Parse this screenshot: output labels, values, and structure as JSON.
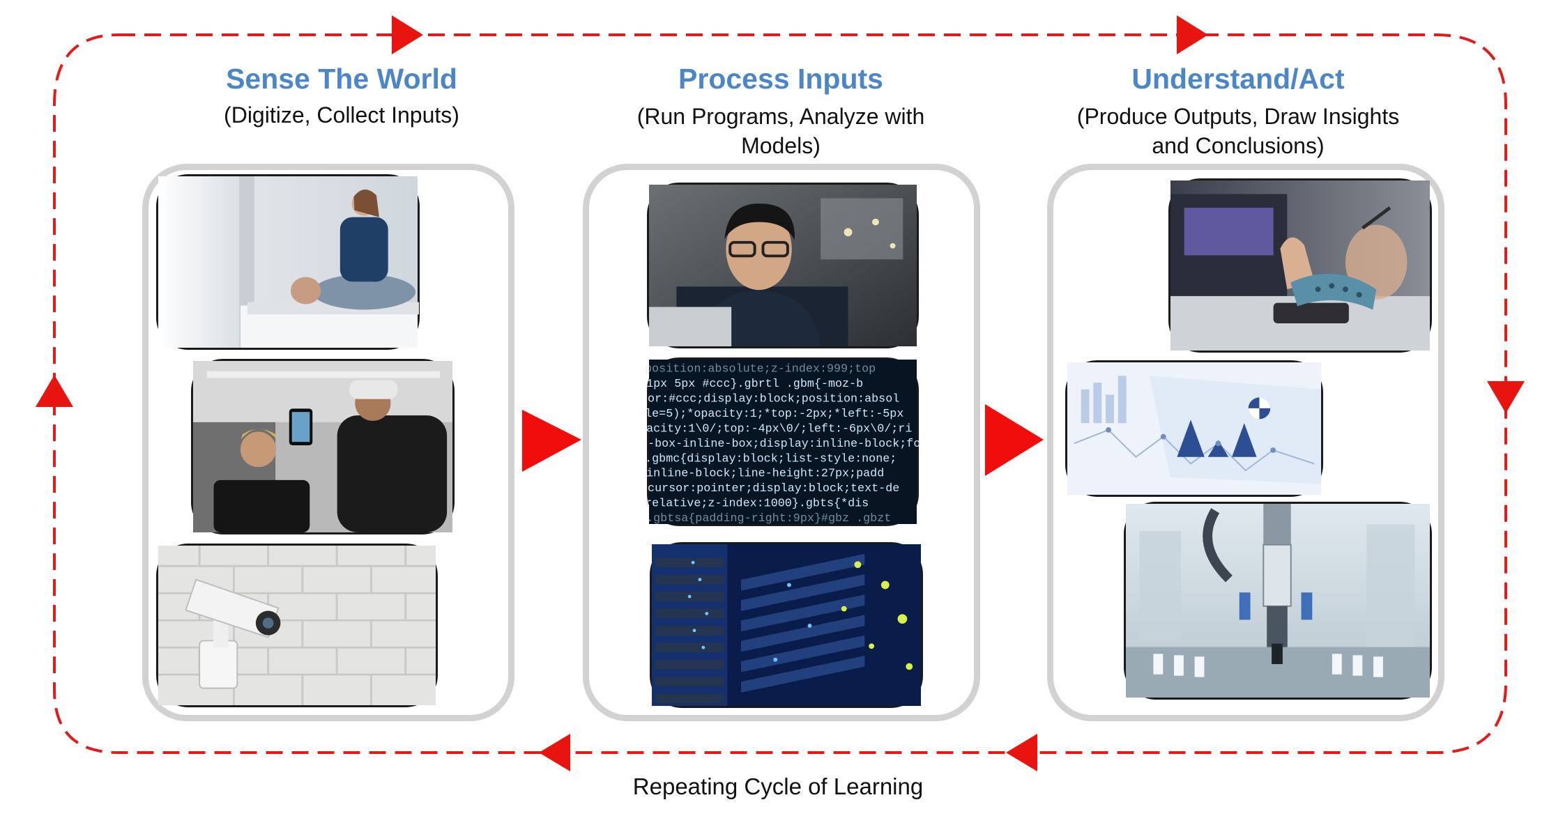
{
  "stages": [
    {
      "title": "Sense The World",
      "subtitle_lines": [
        "(Digitize, Collect Inputs)"
      ],
      "photos": [
        "mri-scan-photo",
        "barber-smartphone-photo",
        "security-camera-photo"
      ]
    },
    {
      "title": "Process Inputs",
      "subtitle_lines": [
        "(Run Programs, Analyze with",
        "Models)"
      ],
      "photos": [
        "programmer-screen-photo",
        "source-code-photo",
        "server-rack-photo"
      ]
    },
    {
      "title": "Understand/Act",
      "subtitle_lines": [
        "(Produce Outputs, Draw Insights",
        "and Conclusions)"
      ],
      "photos": [
        "3d-printed-brace-photo",
        "analytics-charts-photo",
        "robotic-arm-photo"
      ]
    }
  ],
  "cycle_caption": "Repeating Cycle of Learning",
  "code_lines": [
    "position:absolute;z-index:999;top",
    "1px 5px #ccc}.gbrtl .gbm{-moz-b",
    "or:#ccc;display:block;position:absol",
    "le=5);*opacity:1;*top:-2px;*left:-5px",
    "acity:1\\0/;top:-4px\\0/;left:-6px\\0/;ri",
    "-box-inline-box;display:inline-block;fo",
    ".gbmc{display:block;list-style:none;",
    "inline-block;line-height:27px;padd",
    "cursor:pointer;display:block;text-de",
    "relative;z-index:1000}.gbts{*dis",
    ".gbtsa{padding-right:9px}#gbz .gbzt"
  ],
  "colors": {
    "accent_title": "#4a86c8",
    "cycle_line": "#e31b1b",
    "panel_border": "#d2d2d2"
  }
}
